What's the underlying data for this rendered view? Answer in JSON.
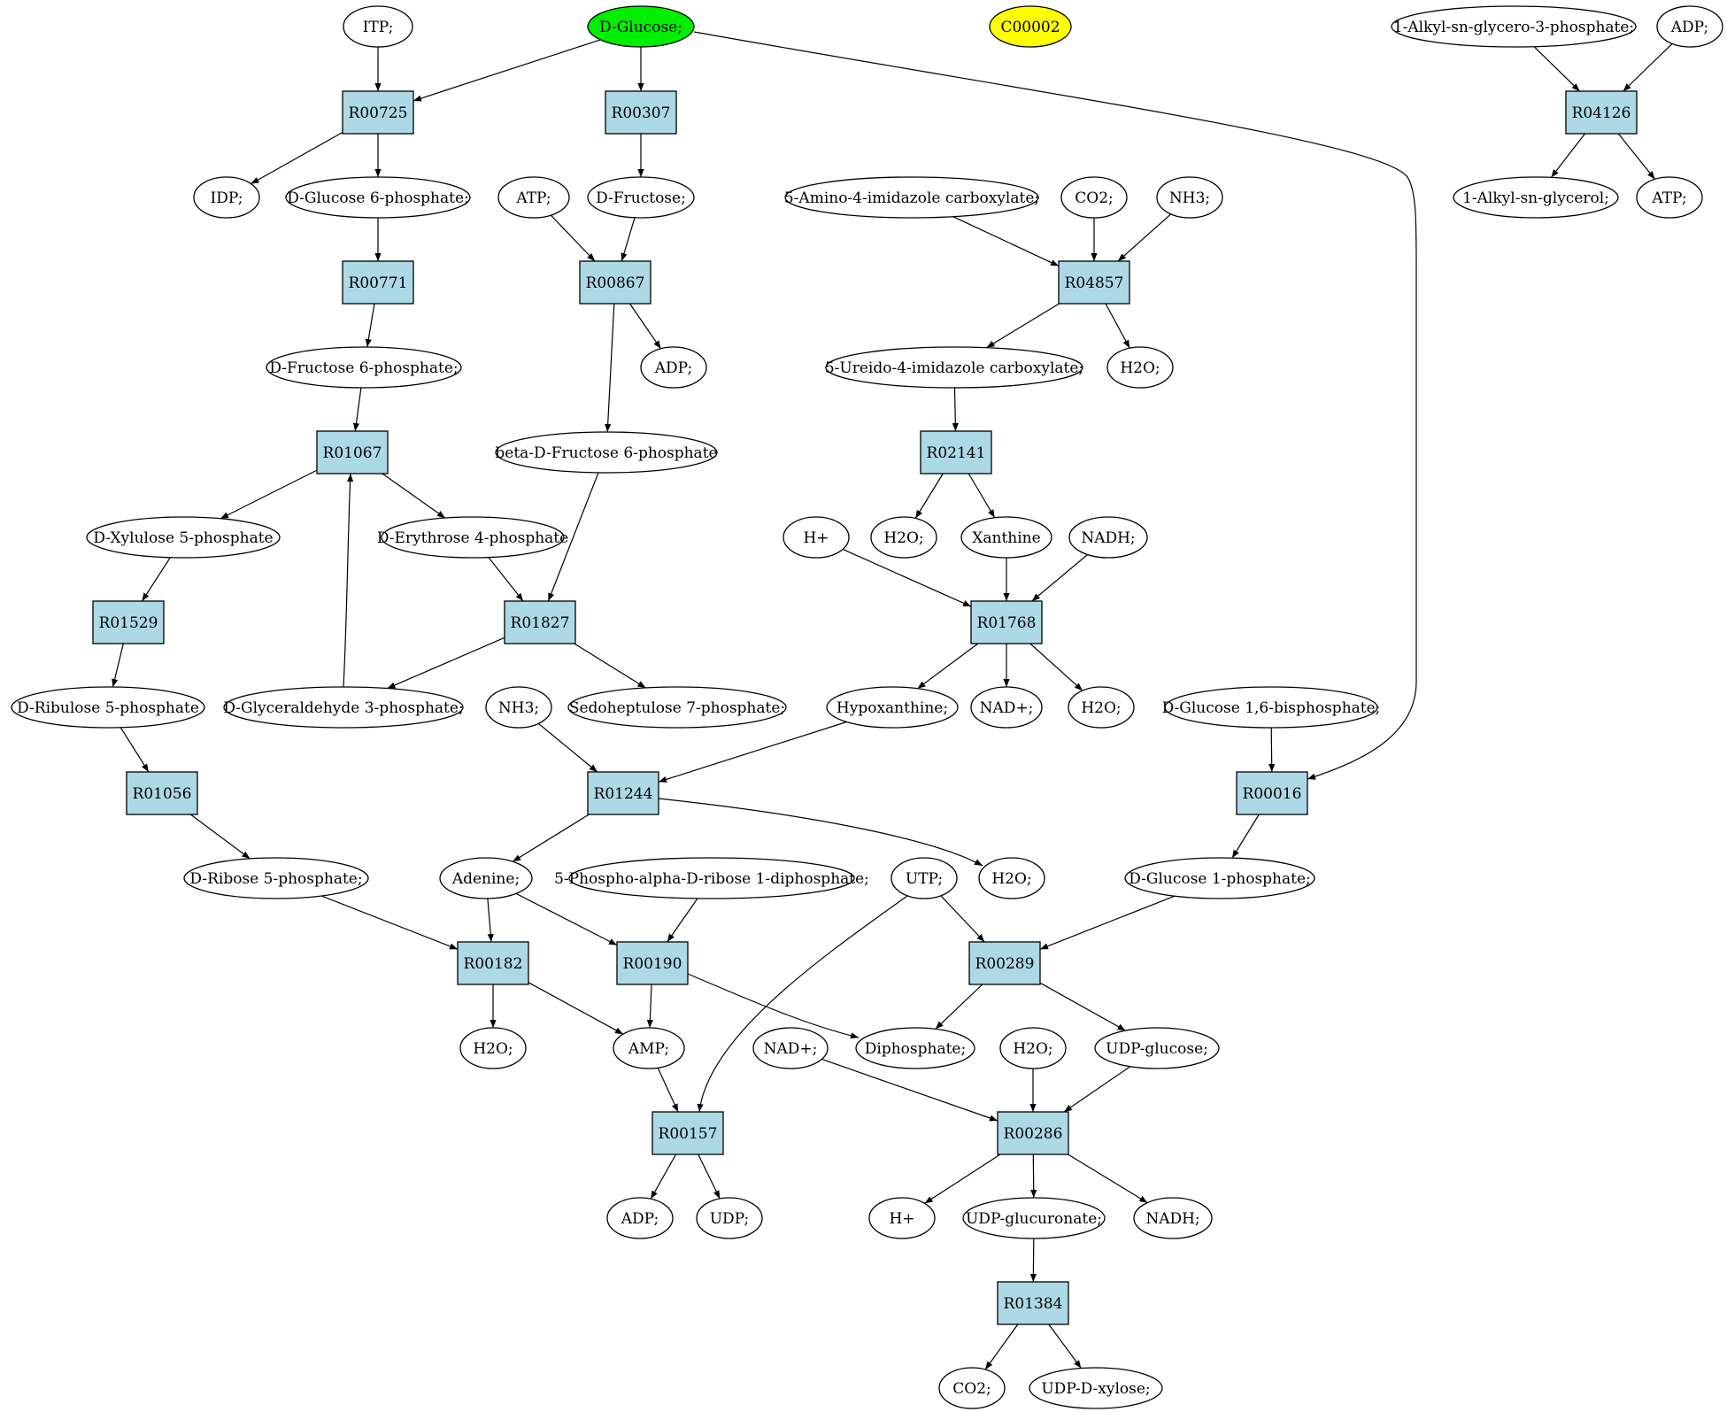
{
  "colors": {
    "compound_fill": "#ffffff",
    "reaction_fill": "#add8e6",
    "start_highlight": "#00ee00",
    "target_highlight": "#ffff00",
    "stroke": "#000000"
  },
  "compounds": {
    "itp": "ITP;",
    "dglucose": "D-Glucose;",
    "c00002": "C00002",
    "alkylg3p": "1-Alkyl-sn-glycero-3-phosphate;",
    "adp_top": "ADP;",
    "idp": "IDP;",
    "g6p": "D-Glucose 6-phosphate;",
    "atp1": "ATP;",
    "dfructose": "D-Fructose;",
    "aica": "5-Amino-4-imidazole carboxylate;",
    "co2_1": "CO2;",
    "nh3_1": "NH3;",
    "alkylg": "1-Alkyl-sn-glycerol;",
    "atp2": "ATP;",
    "adp2": "ADP;",
    "f6p": "D-Fructose 6-phosphate;",
    "uica": "5-Ureido-4-imidazole carboxylate;",
    "h2o_1": "H2O;",
    "bf6p": "beta-D-Fructose 6-phosphate",
    "x5p": "D-Xylulose 5-phosphate",
    "e4p": "D-Erythrose 4-phosphate",
    "hplus1": "H+",
    "h2o_2": "H2O;",
    "xanthine": "Xanthine",
    "nadh1": "NADH;",
    "ru5p": "D-Ribulose 5-phosphate",
    "g3p": "D-Glyceraldehyde 3-phosphate;",
    "nh3_2": "NH3;",
    "s7p": "Sedoheptulose 7-phosphate;",
    "hypox": "Hypoxanthine;",
    "nadplus1": "NAD+;",
    "h2o_3": "H2O;",
    "g16bp": "D-Glucose 1,6-bisphosphate;",
    "r5p": "D-Ribose 5-phosphate;",
    "adenine": "Adenine;",
    "prpp": "5-Phospho-alpha-D-ribose 1-diphosphate;",
    "utp": "UTP;",
    "h2o_4": "H2O;",
    "g1p": "D-Glucose 1-phosphate;",
    "h2o_5": "H2O;",
    "amp": "AMP;",
    "nadplus2": "NAD+;",
    "diphosphate": "Diphosphate;",
    "h2o_6": "H2O;",
    "udpglucose": "UDP-glucose;",
    "adp3": "ADP;",
    "udp": "UDP;",
    "hplus2": "H+",
    "udpglucuronate": "UDP-glucuronate;",
    "nadh2": "NADH;",
    "co2_2": "CO2;",
    "udpxylose": "UDP-D-xylose;"
  },
  "reactions": {
    "r00725": "R00725",
    "r00307": "R00307",
    "r04126": "R04126",
    "r00771": "R00771",
    "r00867": "R00867",
    "r04857": "R04857",
    "r01067": "R01067",
    "r02141": "R02141",
    "r01529": "R01529",
    "r01827": "R01827",
    "r01768": "R01768",
    "r01056": "R01056",
    "r01244": "R01244",
    "r00016": "R00016",
    "r00182": "R00182",
    "r00190": "R00190",
    "r00289": "R00289",
    "r00157": "R00157",
    "r00286": "R00286",
    "r01384": "R01384"
  },
  "edges": [
    [
      "itp",
      "r00725"
    ],
    [
      "dglucose",
      "r00725"
    ],
    [
      "dglucose",
      "r00307"
    ],
    [
      "dglucose",
      "r00016"
    ],
    [
      "r00725",
      "idp"
    ],
    [
      "r00725",
      "g6p"
    ],
    [
      "r00307",
      "dfructose"
    ],
    [
      "alkylg3p",
      "r04126"
    ],
    [
      "adp_top",
      "r04126"
    ],
    [
      "r04126",
      "alkylg"
    ],
    [
      "r04126",
      "atp2"
    ],
    [
      "g6p",
      "r00771"
    ],
    [
      "r00771",
      "f6p"
    ],
    [
      "atp1",
      "r00867"
    ],
    [
      "dfructose",
      "r00867"
    ],
    [
      "r00867",
      "adp2"
    ],
    [
      "r00867",
      "bf6p"
    ],
    [
      "aica",
      "r04857"
    ],
    [
      "co2_1",
      "r04857"
    ],
    [
      "nh3_1",
      "r04857"
    ],
    [
      "r04857",
      "uica"
    ],
    [
      "r04857",
      "h2o_1"
    ],
    [
      "f6p",
      "r01067"
    ],
    [
      "r01067",
      "x5p"
    ],
    [
      "r01067",
      "e4p"
    ],
    [
      "g3p",
      "r01067"
    ],
    [
      "uica",
      "r02141"
    ],
    [
      "r02141",
      "h2o_2"
    ],
    [
      "r02141",
      "xanthine"
    ],
    [
      "x5p",
      "r01529"
    ],
    [
      "r01529",
      "ru5p"
    ],
    [
      "e4p",
      "r01827"
    ],
    [
      "bf6p",
      "r01827"
    ],
    [
      "r01827",
      "g3p"
    ],
    [
      "r01827",
      "s7p"
    ],
    [
      "hplus1",
      "r01768"
    ],
    [
      "xanthine",
      "r01768"
    ],
    [
      "nadh1",
      "r01768"
    ],
    [
      "r01768",
      "hypox"
    ],
    [
      "r01768",
      "nadplus1"
    ],
    [
      "r01768",
      "h2o_3"
    ],
    [
      "ru5p",
      "r01056"
    ],
    [
      "r01056",
      "r5p"
    ],
    [
      "nh3_2",
      "r01244"
    ],
    [
      "hypox",
      "r01244"
    ],
    [
      "r01244",
      "adenine"
    ],
    [
      "r01244",
      "h2o_4"
    ],
    [
      "g16bp",
      "r00016"
    ],
    [
      "r00016",
      "g1p"
    ],
    [
      "r5p",
      "r00182"
    ],
    [
      "adenine",
      "r00182"
    ],
    [
      "r00182",
      "h2o_5"
    ],
    [
      "r00182",
      "amp"
    ],
    [
      "adenine",
      "r00190"
    ],
    [
      "prpp",
      "r00190"
    ],
    [
      "r00190",
      "amp"
    ],
    [
      "r00190",
      "diphosphate"
    ],
    [
      "utp",
      "r00289"
    ],
    [
      "g1p",
      "r00289"
    ],
    [
      "r00289",
      "diphosphate"
    ],
    [
      "r00289",
      "udpglucose"
    ],
    [
      "amp",
      "r00157"
    ],
    [
      "utp",
      "r00157"
    ],
    [
      "r00157",
      "adp3"
    ],
    [
      "r00157",
      "udp"
    ],
    [
      "nadplus2",
      "r00286"
    ],
    [
      "h2o_6",
      "r00286"
    ],
    [
      "udpglucose",
      "r00286"
    ],
    [
      "r00286",
      "hplus2"
    ],
    [
      "r00286",
      "udpglucuronate"
    ],
    [
      "r00286",
      "nadh2"
    ],
    [
      "udpglucuronate",
      "r01384"
    ],
    [
      "r01384",
      "co2_2"
    ],
    [
      "r01384",
      "udpxylose"
    ]
  ]
}
